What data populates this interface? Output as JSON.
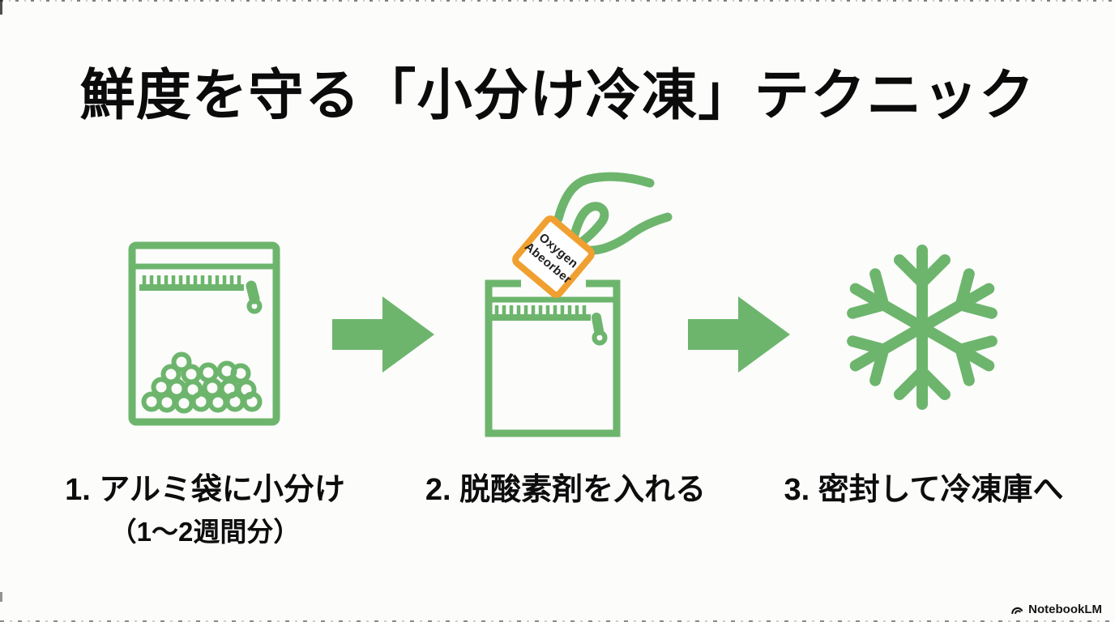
{
  "title": "鮮度を守る「小分け冷凍」テクニック",
  "steps": [
    {
      "icon": "zip-bag-with-contents-icon",
      "number_label": "1. アルミ袋に小分け",
      "sub_label": "（1〜2週間分）"
    },
    {
      "icon": "hand-inserting-oxygen-absorber-icon",
      "number_label": "2. 脱酸素剤を入れる",
      "packet": {
        "line1": "Oxygen",
        "line2": "Abeorber"
      }
    },
    {
      "icon": "snowflake-icon",
      "number_label": "3. 密封して冷凍庫へ"
    }
  ],
  "connectors": {
    "icon": "arrow-right-icon",
    "count": 2
  },
  "watermark": {
    "brand": "NotebookLM",
    "icon": "notebooklm-logo-icon"
  },
  "colors": {
    "green": "#6db56d",
    "orange": "#f0a030",
    "ink": "#121212",
    "background": "#fcfcfb"
  }
}
